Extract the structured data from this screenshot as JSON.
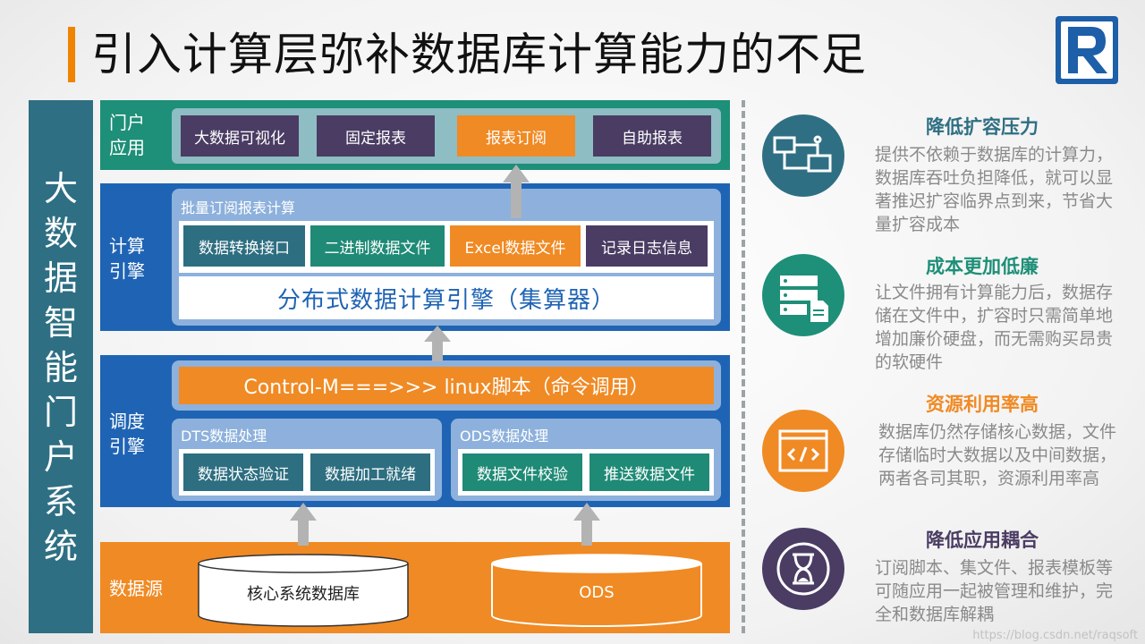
{
  "title": "引入计算层弥补数据库计算能力的不足",
  "left_bar_label": "大数据智能门户系统",
  "portal": {
    "label": "门户\n应用",
    "items": [
      "大数据可视化",
      "固定报表",
      "报表订阅",
      "自助报表"
    ]
  },
  "compute": {
    "label": "计算\n引擎",
    "group_title": "批量订阅报表计算",
    "items": [
      "数据转换接口",
      "二进制数据文件",
      "Excel数据文件",
      "记录日志信息"
    ],
    "engine": "分布式数据计算引擎（集算器）"
  },
  "schedule": {
    "label": "调度\n引擎",
    "control": "Control-M===>>> linux脚本（命令调用）",
    "dts": {
      "title": "DTS数据处理",
      "items": [
        "数据状态验证",
        "数据加工就绪"
      ]
    },
    "ods": {
      "title": "ODS数据处理",
      "items": [
        "数据文件校验",
        "推送数据文件"
      ]
    }
  },
  "source": {
    "label": "数据源",
    "db1": "核心系统数据库",
    "db2": "ODS"
  },
  "features": [
    {
      "title": "降低扩容压力",
      "desc": "提供不依赖于数据库的计算力，数据库吞吐负担降低，就可以显著推迟扩容临界点到来，节省大量扩容成本",
      "color": "#2e6f83",
      "icon": "network-icon"
    },
    {
      "title": "成本更加低廉",
      "desc": "让文件拥有计算能力后，数据存储在文件中，扩容时只需简单地增加廉价硬盘，而无需购买昂贵的软硬件",
      "color": "#1e8f78",
      "icon": "server-file-icon"
    },
    {
      "title": "资源利用率高",
      "desc": "数据库仍然存储核心数据，文件存储临时大数据以及中间数据，两者各司其职，资源利用率高",
      "color": "#f08a24",
      "icon": "code-window-icon"
    },
    {
      "title": "降低应用耦合",
      "desc": "订阅脚本、集文件、报表模板等可随应用一起被管理和维护，完全和数据库解耦",
      "color": "#4a3c63",
      "icon": "hourglass-icon"
    }
  ],
  "watermark": "https://blog.csdn.net/raqsoft",
  "colors": {
    "accent": "#f08300",
    "teal": "#2e6f83",
    "green": "#1e8f78",
    "blue": "#1f64b4",
    "orange": "#f08a24",
    "purple": "#4a3c63"
  }
}
